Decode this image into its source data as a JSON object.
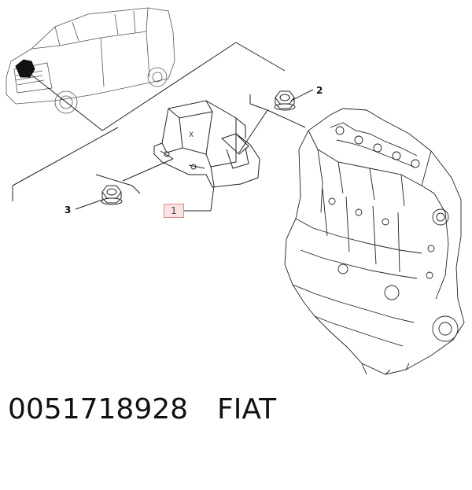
{
  "diagram": {
    "callouts": [
      {
        "id": "1",
        "label": "1"
      },
      {
        "id": "2",
        "label": "2"
      },
      {
        "id": "3",
        "label": "3"
      }
    ],
    "part_marking": "X"
  },
  "footer": {
    "part_number": "0051718928",
    "brand": "FIAT"
  },
  "colors": {
    "line": "#222222",
    "callout_highlight_bg": "#fbe3e3",
    "callout_highlight_border": "#e08a8a",
    "vehicle_marker": "#111111"
  }
}
